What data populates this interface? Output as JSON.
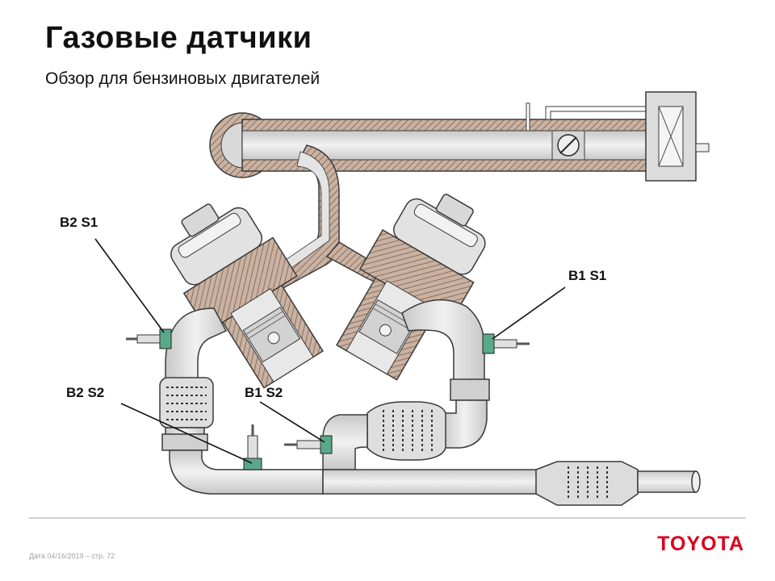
{
  "header": {
    "title": "Газовые датчики",
    "subtitle": "Обзор для бензиновых двигателей"
  },
  "sensors": {
    "b2s1": "B2 S1",
    "b1s1": "B1 S1",
    "b2s2": "B2 S2",
    "b1s2": "B1 S2"
  },
  "footer": {
    "date_page": "Дата 04/16/2019 – стр.  72"
  },
  "brand": {
    "logo": "TOYOTA",
    "color": "#d9001b"
  },
  "colors": {
    "pipe_fill": "#e6e6e6",
    "pipe_stroke": "#3a3a3a",
    "hatch": "#a58a78",
    "sensor": "#5aa88c"
  }
}
